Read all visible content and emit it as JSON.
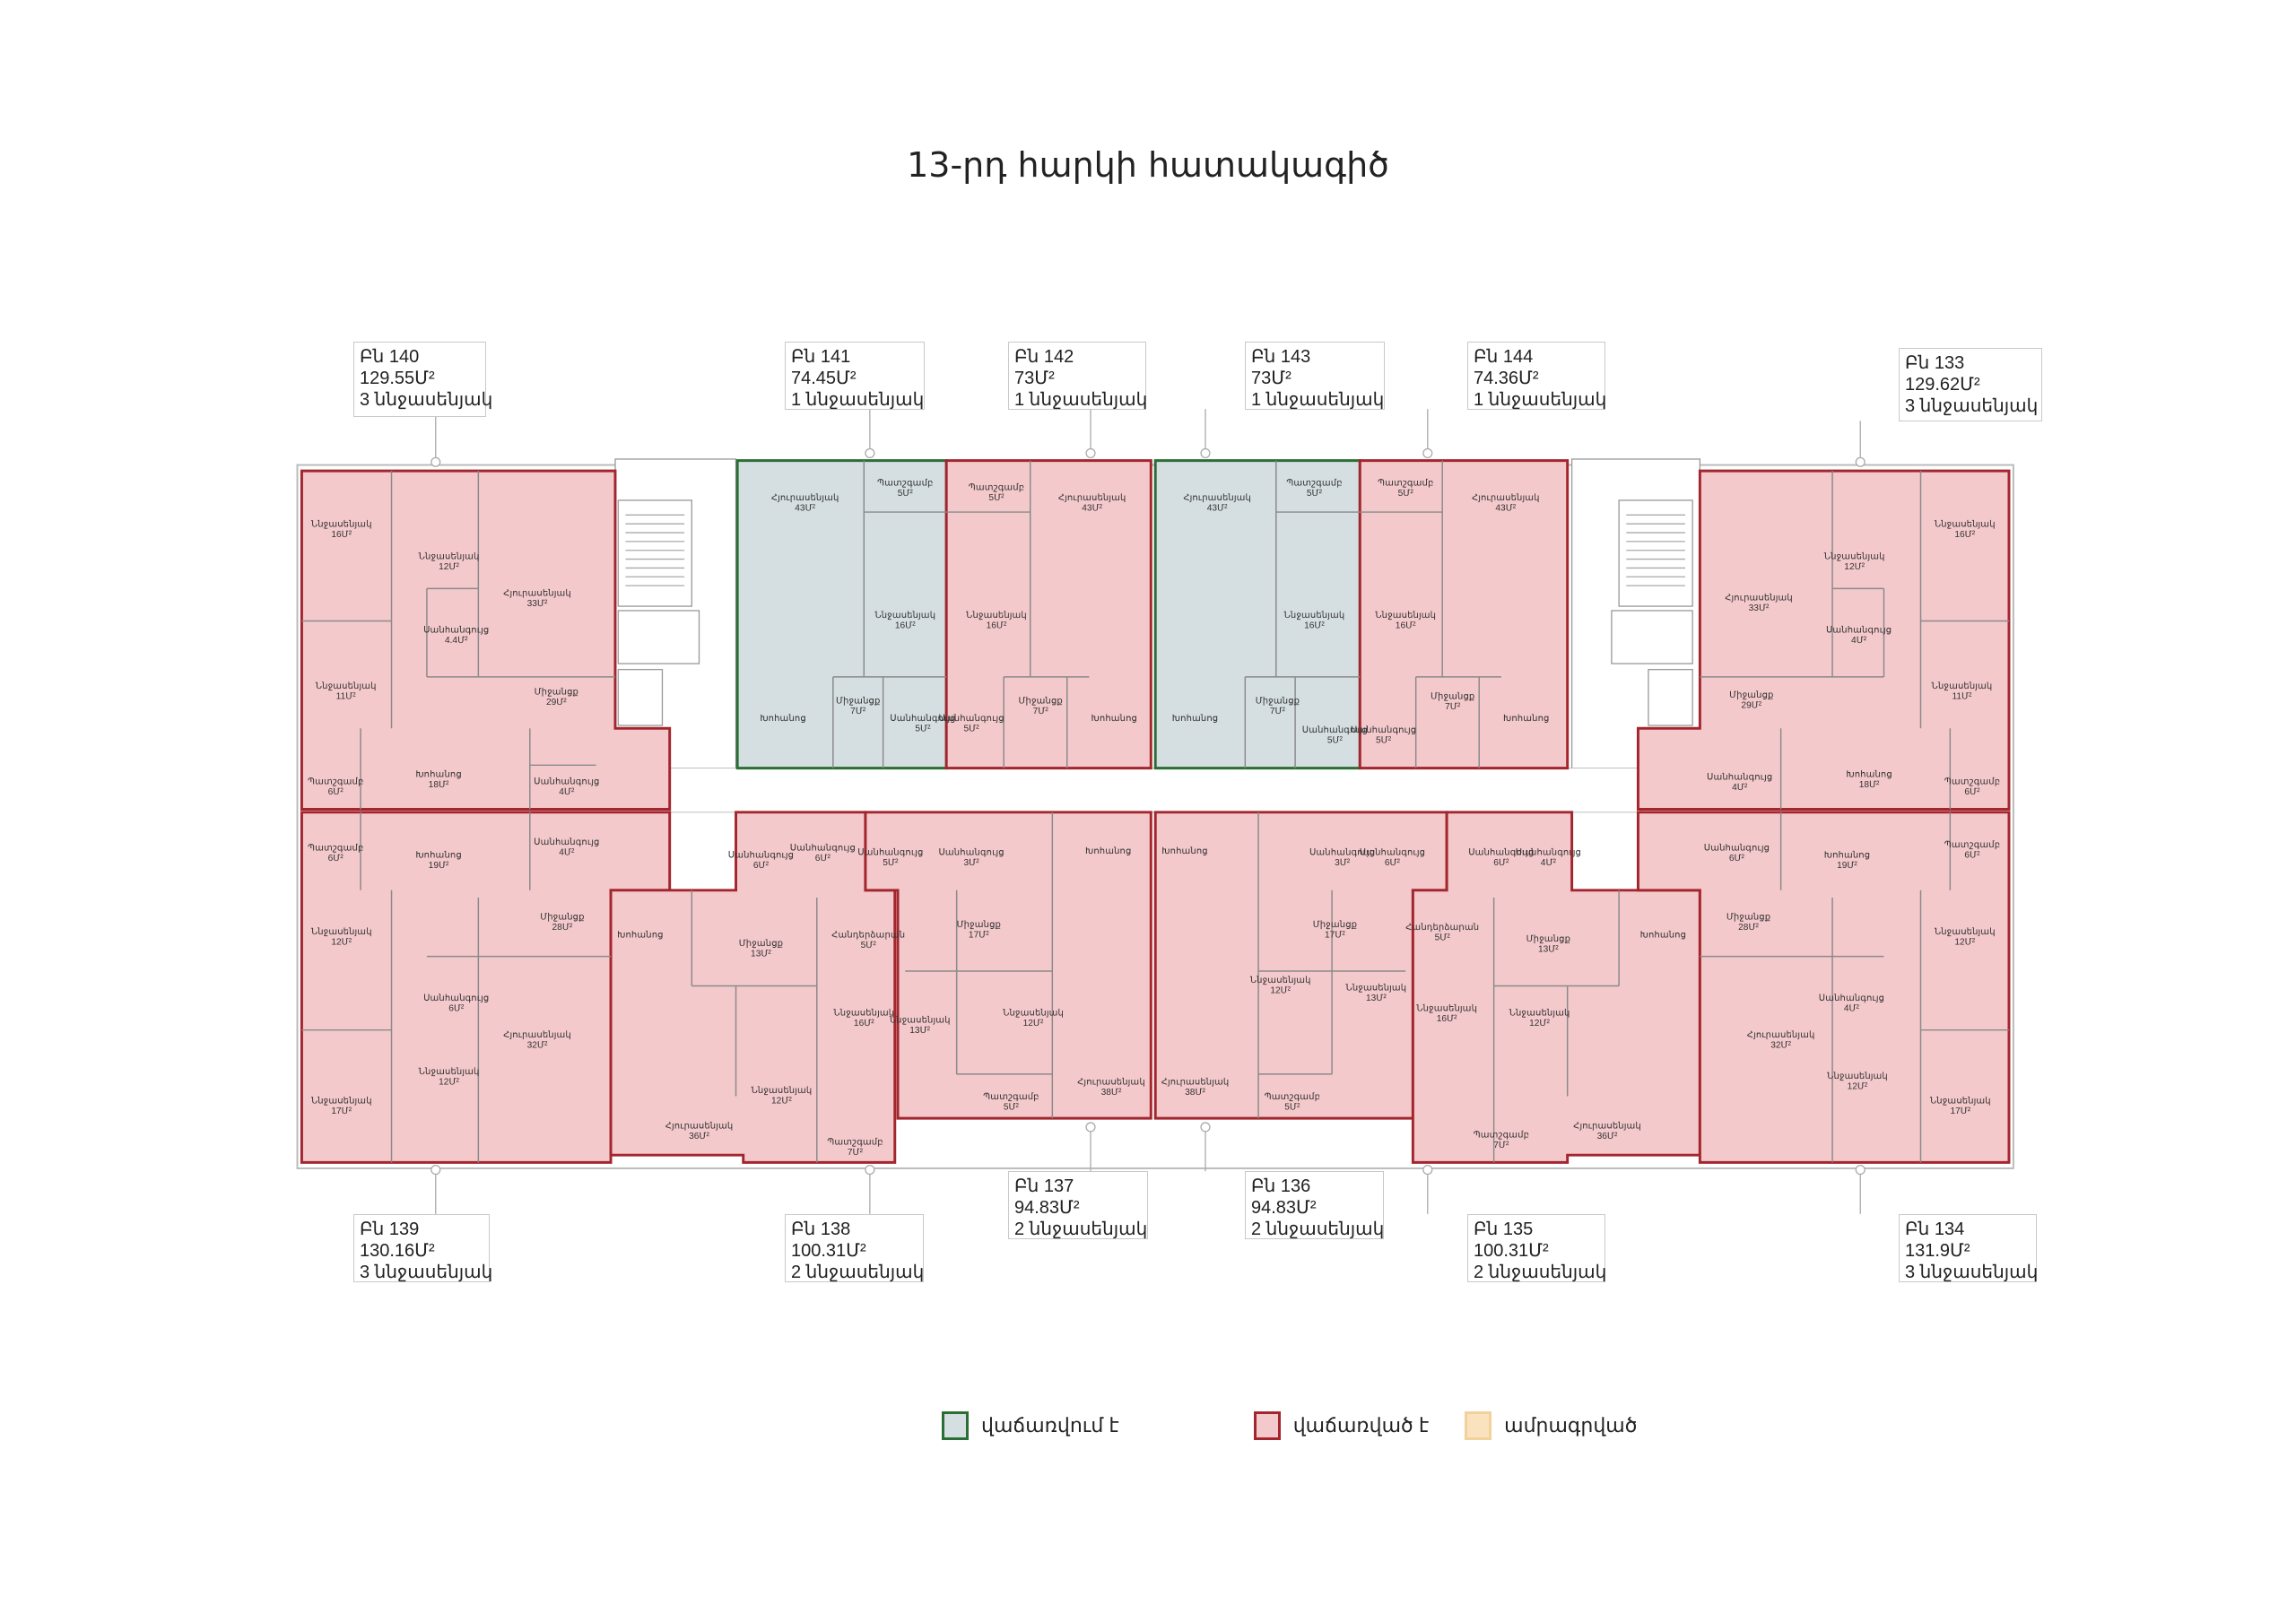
{
  "title": "13-րդ հարկի հատակագիծ",
  "colors": {
    "for_sale": "#2a6e35",
    "sold": "#a3262e",
    "reserved": "#f2d29a"
  },
  "legend": [
    {
      "label": "վաճառվում է",
      "status": "for_sale"
    },
    {
      "label": "վաճառված է",
      "status": "sold"
    },
    {
      "label": "ամրագրված",
      "status": "reserved"
    }
  ],
  "apartments": {
    "a140": {
      "number": "Բն 140",
      "area": "129.55Մ²",
      "rooms": "3 ննջասենյակ",
      "status": "sold"
    },
    "a141": {
      "number": "Բն 141",
      "area": "74.45Մ²",
      "rooms": "1  ննջասենյակ",
      "status": "for_sale"
    },
    "a142": {
      "number": "Բն 142",
      "area": "73Մ²",
      "rooms": "1  ննջասենյակ",
      "status": "sold"
    },
    "a143": {
      "number": "Բն 143",
      "area": "73Մ²",
      "rooms": "1  ննջասենյակ",
      "status": "for_sale"
    },
    "a144": {
      "number": "Բն 144",
      "area": "74.36Մ²",
      "rooms": "1  ննջասենյակ",
      "status": "sold"
    },
    "a133": {
      "number": "Բն 133",
      "area": "129.62Մ²",
      "rooms": "3  ննջասենյակ",
      "status": "sold"
    },
    "a139": {
      "number": "Բն 139",
      "area": "130.16Մ²",
      "rooms": "3  ննջասենյակ",
      "status": "sold"
    },
    "a138": {
      "number": "Բն 138",
      "area": "100.31Մ²",
      "rooms": "2  ննջասենյակ",
      "status": "sold"
    },
    "a137": {
      "number": "Բն 137",
      "area": "94.83Մ²",
      "rooms": "2  ննջասենյակ",
      "status": "sold"
    },
    "a136": {
      "number": "Բն 136",
      "area": "94.83Մ²",
      "rooms": "2  ննջասենյակ",
      "status": "sold"
    },
    "a135": {
      "number": "Բն 135",
      "area": "100.31Մ²",
      "rooms": "2  ննջասենյակ",
      "status": "sold"
    },
    "a134": {
      "number": "Բն 134",
      "area": "131.9Մ²",
      "rooms": "3  ննջասենյակ",
      "status": "sold"
    }
  },
  "room_labels": {
    "a140": [
      [
        "Ննջասենյակ",
        "16Մ²"
      ],
      [
        "Ննջասենյակ",
        "12Մ²"
      ],
      [
        "Հյուրասենյակ",
        "33Մ²"
      ],
      [
        "Սանհանգույց",
        "4.4Մ²"
      ],
      [
        "Ննջասենյակ",
        "11Մ²"
      ],
      [
        "Միջանցք",
        "29Մ²"
      ],
      [
        "Պատշգամբ",
        "6Մ²"
      ],
      [
        "Խոհանոց",
        "18Մ²"
      ],
      [
        "Սանհանգույց",
        "4Մ²"
      ]
    ],
    "a141": [
      [
        "Հյուրասենյակ",
        "43Մ²"
      ],
      [
        "Պատշգամբ",
        "5Մ²"
      ],
      [
        "Ննջասենյակ",
        "16Մ²"
      ],
      [
        "Միջանցք",
        "7Մ²"
      ],
      [
        "Սանհանգույց",
        "5Մ²"
      ],
      [
        "Խոհանոց",
        ""
      ]
    ],
    "a142": [
      [
        "Պատշգամբ",
        "5Մ²"
      ],
      [
        "Հյուրասենյակ",
        "43Մ²"
      ],
      [
        "Ննջասենյակ",
        "16Մ²"
      ],
      [
        "Միջանցք",
        "7Մ²"
      ],
      [
        "Սանհանգույց",
        "5Մ²"
      ],
      [
        "Խոհանոց",
        ""
      ]
    ],
    "a143": [
      [
        "Հյուրասենյակ",
        "43Մ²"
      ],
      [
        "Պատշգամբ",
        "5Մ²"
      ],
      [
        "Ննջասենյակ",
        "16Մ²"
      ],
      [
        "Միջանցք",
        "7Մ²"
      ],
      [
        "Սանհանգույց",
        "5Մ²"
      ],
      [
        "Խոհանոց",
        ""
      ]
    ],
    "a144": [
      [
        "Պատշգամբ",
        "5Մ²"
      ],
      [
        "Հյուրասենյակ",
        "43Մ²"
      ],
      [
        "Ննջասենյակ",
        "16Մ²"
      ],
      [
        "Միջանցք",
        "7Մ²"
      ],
      [
        "Սանհանգույց",
        "5Մ²"
      ],
      [
        "Խոհանոց",
        ""
      ]
    ],
    "a139": [
      [
        "Պատշգամբ",
        "6Մ²"
      ],
      [
        "Խոհանոց",
        "19Մ²"
      ],
      [
        "Սանհանգույց",
        "4Մ²"
      ],
      [
        "Միջանցք",
        "28Մ²"
      ],
      [
        "Ննջասենյակ",
        "12Մ²"
      ],
      [
        "Սանհանգույց",
        "6Մ²"
      ],
      [
        "Հյուրասենյակ",
        "32Մ²"
      ],
      [
        "Ննջասենյակ",
        "12Մ²"
      ],
      [
        "Ննջասենյակ",
        "17Մ²"
      ]
    ],
    "a138": [
      [
        "Սանհանգույց",
        "6Մ²"
      ],
      [
        "Սանհանգույց",
        "6Մ²"
      ],
      [
        "Խոհանոց",
        ""
      ],
      [
        "Միջանցք",
        "13Մ²"
      ],
      [
        "Հանդերձարան",
        "5Մ²"
      ],
      [
        "Ննջասենյակ",
        "16Մ²"
      ],
      [
        "Ննջասենյակ",
        "12Մ²"
      ],
      [
        "Հյուրասենյակ",
        "36Մ²"
      ],
      [
        "Պատշգամբ",
        "7Մ²"
      ]
    ],
    "a137": [
      [
        "Սանհանգույց",
        "5Մ²"
      ],
      [
        "Սանհանգույց",
        "3Մ²"
      ],
      [
        "Միջանցք",
        "17Մ²"
      ],
      [
        "Ննջասենյակ",
        "13Մ²"
      ],
      [
        "Ննջասենյակ",
        "12Մ²"
      ],
      [
        "Խոհանոց",
        ""
      ],
      [
        "Հյուրասենյակ",
        "38Մ²"
      ],
      [
        "Պատշգամբ",
        "5Մ²"
      ]
    ],
    "a136": [
      [
        "Սանհանգույց",
        "3Մ²"
      ],
      [
        "Սանհանգույց",
        "6Մ²"
      ],
      [
        "Միջանցք",
        "17Մ²"
      ],
      [
        "Ննջասենյակ",
        "12Մ²"
      ],
      [
        "Ննջասենյակ",
        "13Մ²"
      ],
      [
        "Խոհանոց",
        ""
      ],
      [
        "Հյուրասենյակ",
        "38Մ²"
      ],
      [
        "Պատշգամբ",
        "5Մ²"
      ]
    ],
    "a135": [
      [
        "Սանհանգույց",
        "6Մ²"
      ],
      [
        "Սանհանգույց",
        "4Մ²"
      ],
      [
        "Հանդերձարան",
        "5Մ²"
      ],
      [
        "Միջանցք",
        "13Մ²"
      ],
      [
        "Խոհանոց",
        ""
      ],
      [
        "Ննջասենյակ",
        "16Մ²"
      ],
      [
        "Ննջասենյակ",
        "12Մ²"
      ],
      [
        "Պատշգամբ",
        "7Մ²"
      ],
      [
        "Հյուրասենյակ",
        "36Մ²"
      ]
    ],
    "a134": [
      [
        "Սանհանգույց",
        "6Մ²"
      ],
      [
        "Խոհանոց",
        "19Մ²"
      ],
      [
        "Պատշգամբ",
        "6Մ²"
      ],
      [
        "Միջանցք",
        "28Մ²"
      ],
      [
        "Սանհանգույց",
        "4Մ²"
      ],
      [
        "Հյուրասենյակ",
        "32Մ²"
      ],
      [
        "Ննջասենյակ",
        "12Մ²"
      ],
      [
        "Ննջասենյակ",
        "12Մ²"
      ],
      [
        "Ննջասենյակ",
        "17Մ²"
      ]
    ],
    "a133": [
      [
        "Հյուրասենյակ",
        "33Մ²"
      ],
      [
        "Ննջասենյակ",
        "12Մ²"
      ],
      [
        "Ննջասենյակ",
        "16Մ²"
      ],
      [
        "Սանհանգույց",
        "4Մ²"
      ],
      [
        "Միջանցք",
        "29Մ²"
      ],
      [
        "Ննջասենյակ",
        "11Մ²"
      ],
      [
        "Սանհանգույց",
        "4Մ²"
      ],
      [
        "Խոհանոց",
        "18Մ²"
      ],
      [
        "Պատշգամբ",
        "6Մ²"
      ]
    ]
  }
}
